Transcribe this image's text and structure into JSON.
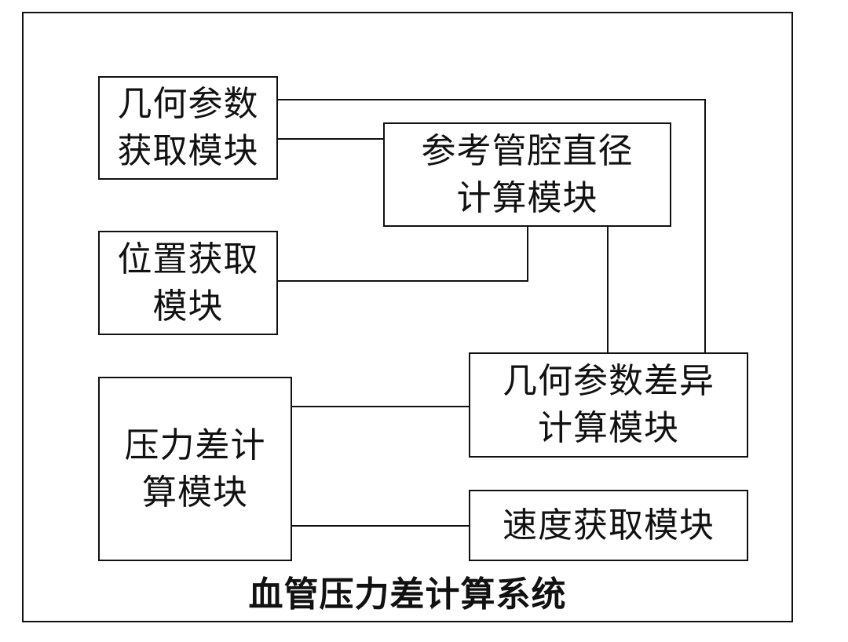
{
  "system_title": "血管压力差计算系统",
  "modules": {
    "geometry_param": {
      "label": "几何参数\n获取模块"
    },
    "ref_lumen_diameter": {
      "label": "参考管腔直径\n计算模块"
    },
    "position": {
      "label": "位置获取\n模块"
    },
    "geometry_diff": {
      "label": "几何参数差异\n计算模块"
    },
    "pressure_diff": {
      "label": "压力差计\n算模块"
    },
    "velocity": {
      "label": "速度获取模块"
    }
  }
}
